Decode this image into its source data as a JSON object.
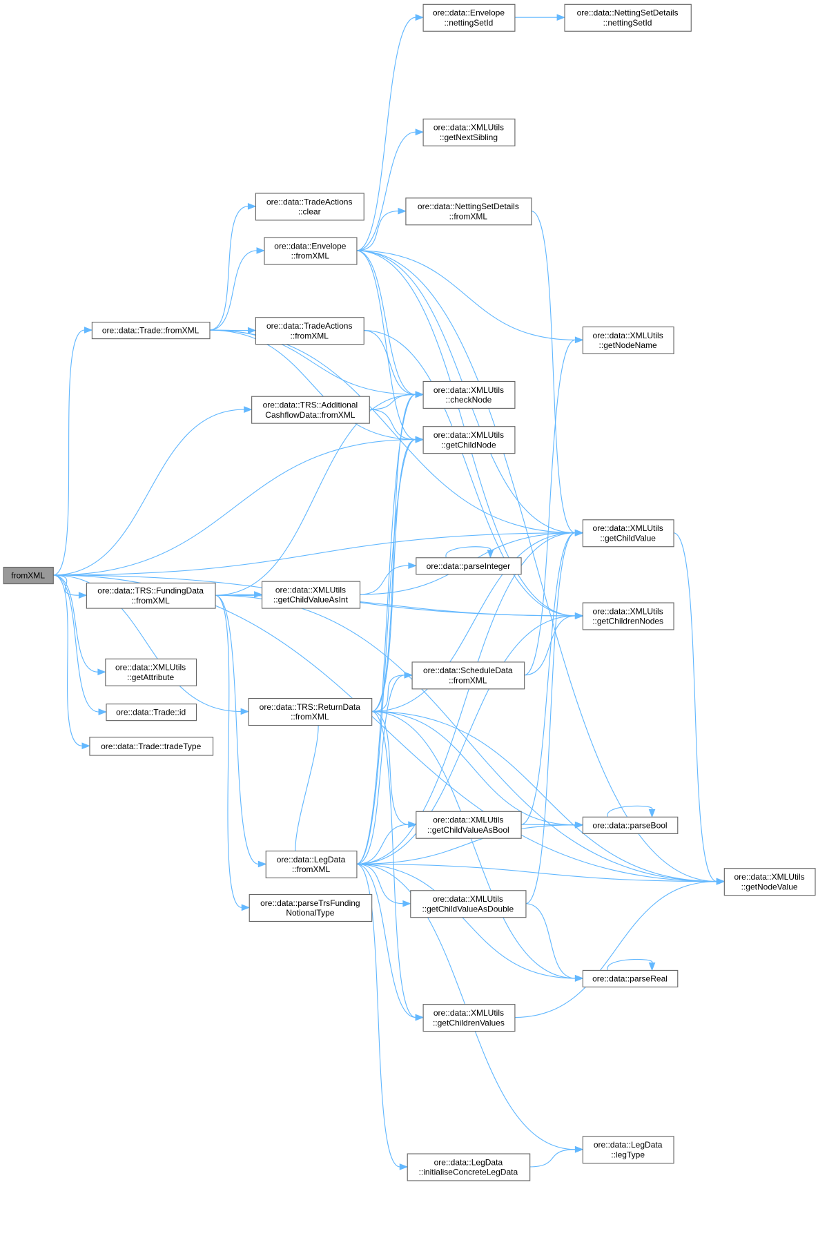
{
  "graph": {
    "root": "n1",
    "nodes": [
      {
        "id": "n1",
        "lines": [
          "fromXML"
        ],
        "root": true
      },
      {
        "id": "n2",
        "lines": [
          "ore::data::Envelope",
          "::nettingSetId"
        ]
      },
      {
        "id": "n3",
        "lines": [
          "ore::data::NettingSetDetails",
          "::nettingSetId"
        ]
      },
      {
        "id": "n4",
        "lines": [
          "ore::data::XMLUtils",
          "::getNextSibling"
        ]
      },
      {
        "id": "n5",
        "lines": [
          "ore::data::TradeActions",
          "::clear"
        ]
      },
      {
        "id": "n6",
        "lines": [
          "ore::data::NettingSetDetails",
          "::fromXML"
        ]
      },
      {
        "id": "n7",
        "lines": [
          "ore::data::Envelope",
          "::fromXML"
        ]
      },
      {
        "id": "n8",
        "lines": [
          "ore::data::XMLUtils",
          "::getNodeName"
        ]
      },
      {
        "id": "n9",
        "lines": [
          "ore::data::Trade::fromXML"
        ]
      },
      {
        "id": "n10",
        "lines": [
          "ore::data::TradeActions",
          "::fromXML"
        ]
      },
      {
        "id": "n11",
        "lines": [
          "ore::data::XMLUtils",
          "::checkNode"
        ]
      },
      {
        "id": "n12",
        "lines": [
          "ore::data::TRS::Additional",
          "CashflowData::fromXML"
        ]
      },
      {
        "id": "n13",
        "lines": [
          "ore::data::XMLUtils",
          "::getChildNode"
        ]
      },
      {
        "id": "n14",
        "lines": [
          "ore::data::XMLUtils",
          "::getChildValue"
        ]
      },
      {
        "id": "n15",
        "lines": [
          "ore::data::parseInteger"
        ]
      },
      {
        "id": "n16",
        "lines": [
          "ore::data::TRS::FundingData",
          "::fromXML"
        ]
      },
      {
        "id": "n17",
        "lines": [
          "ore::data::XMLUtils",
          "::getChildValueAsInt"
        ]
      },
      {
        "id": "n18",
        "lines": [
          "ore::data::XMLUtils",
          "::getChildrenNodes"
        ]
      },
      {
        "id": "n19",
        "lines": [
          "ore::data::XMLUtils",
          "::getAttribute"
        ]
      },
      {
        "id": "n20",
        "lines": [
          "ore::data::Trade::id"
        ]
      },
      {
        "id": "n21",
        "lines": [
          "ore::data::Trade::tradeType"
        ]
      },
      {
        "id": "n22",
        "lines": [
          "ore::data::ScheduleData",
          "::fromXML"
        ]
      },
      {
        "id": "n23",
        "lines": [
          "ore::data::TRS::ReturnData",
          "::fromXML"
        ]
      },
      {
        "id": "n24",
        "lines": [
          "ore::data::XMLUtils",
          "::getChildValueAsBool"
        ]
      },
      {
        "id": "n25",
        "lines": [
          "ore::data::parseBool"
        ]
      },
      {
        "id": "n26",
        "lines": [
          "ore::data::LegData",
          "::fromXML"
        ]
      },
      {
        "id": "n27",
        "lines": [
          "ore::data::XMLUtils",
          "::getNodeValue"
        ]
      },
      {
        "id": "n28",
        "lines": [
          "ore::data::parseTrsFunding",
          "NotionalType"
        ]
      },
      {
        "id": "n29",
        "lines": [
          "ore::data::XMLUtils",
          "::getChildValueAsDouble"
        ]
      },
      {
        "id": "n30",
        "lines": [
          "ore::data::parseReal"
        ]
      },
      {
        "id": "n31",
        "lines": [
          "ore::data::XMLUtils",
          "::getChildrenValues"
        ]
      },
      {
        "id": "n32",
        "lines": [
          "ore::data::LegData",
          "::legType"
        ]
      },
      {
        "id": "n33",
        "lines": [
          "ore::data::LegData",
          "::initialiseConcreteLegData"
        ]
      }
    ],
    "edges": [
      [
        "n1",
        "n9"
      ],
      [
        "n1",
        "n12"
      ],
      [
        "n1",
        "n13"
      ],
      [
        "n1",
        "n14"
      ],
      [
        "n1",
        "n16"
      ],
      [
        "n1",
        "n18"
      ],
      [
        "n1",
        "n19"
      ],
      [
        "n1",
        "n20"
      ],
      [
        "n1",
        "n21"
      ],
      [
        "n1",
        "n23"
      ],
      [
        "n1",
        "n27"
      ],
      [
        "n9",
        "n5"
      ],
      [
        "n9",
        "n7"
      ],
      [
        "n9",
        "n10"
      ],
      [
        "n9",
        "n11"
      ],
      [
        "n9",
        "n13"
      ],
      [
        "n9",
        "n14"
      ],
      [
        "n7",
        "n2"
      ],
      [
        "n7",
        "n4"
      ],
      [
        "n7",
        "n6"
      ],
      [
        "n7",
        "n8"
      ],
      [
        "n7",
        "n11"
      ],
      [
        "n7",
        "n13"
      ],
      [
        "n7",
        "n14"
      ],
      [
        "n7",
        "n18"
      ],
      [
        "n7",
        "n27"
      ],
      [
        "n2",
        "n3"
      ],
      [
        "n6",
        "n14"
      ],
      [
        "n10",
        "n11"
      ],
      [
        "n10",
        "n18"
      ],
      [
        "n12",
        "n11"
      ],
      [
        "n12",
        "n13"
      ],
      [
        "n16",
        "n17"
      ],
      [
        "n16",
        "n18"
      ],
      [
        "n16",
        "n11"
      ],
      [
        "n16",
        "n26"
      ],
      [
        "n16",
        "n28"
      ],
      [
        "n16",
        "n27"
      ],
      [
        "n17",
        "n15"
      ],
      [
        "n17",
        "n14"
      ],
      [
        "n15",
        "n15"
      ],
      [
        "n14",
        "n27"
      ],
      [
        "n22",
        "n18"
      ],
      [
        "n22",
        "n8"
      ],
      [
        "n23",
        "n22"
      ],
      [
        "n23",
        "n14"
      ],
      [
        "n23",
        "n27"
      ],
      [
        "n23",
        "n24"
      ],
      [
        "n23",
        "n25"
      ],
      [
        "n23",
        "n11"
      ],
      [
        "n23",
        "n13"
      ],
      [
        "n23",
        "n26"
      ],
      [
        "n23",
        "n31"
      ],
      [
        "n23",
        "n30"
      ],
      [
        "n24",
        "n25"
      ],
      [
        "n24",
        "n14"
      ],
      [
        "n25",
        "n25"
      ],
      [
        "n30",
        "n30"
      ],
      [
        "n26",
        "n11"
      ],
      [
        "n26",
        "n13"
      ],
      [
        "n26",
        "n22"
      ],
      [
        "n26",
        "n24"
      ],
      [
        "n26",
        "n14"
      ],
      [
        "n26",
        "n18"
      ],
      [
        "n26",
        "n29"
      ],
      [
        "n26",
        "n25"
      ],
      [
        "n26",
        "n30"
      ],
      [
        "n26",
        "n31"
      ],
      [
        "n26",
        "n27"
      ],
      [
        "n26",
        "n32"
      ],
      [
        "n26",
        "n33"
      ],
      [
        "n29",
        "n14"
      ],
      [
        "n29",
        "n30"
      ],
      [
        "n31",
        "n27"
      ],
      [
        "n33",
        "n32"
      ]
    ]
  }
}
